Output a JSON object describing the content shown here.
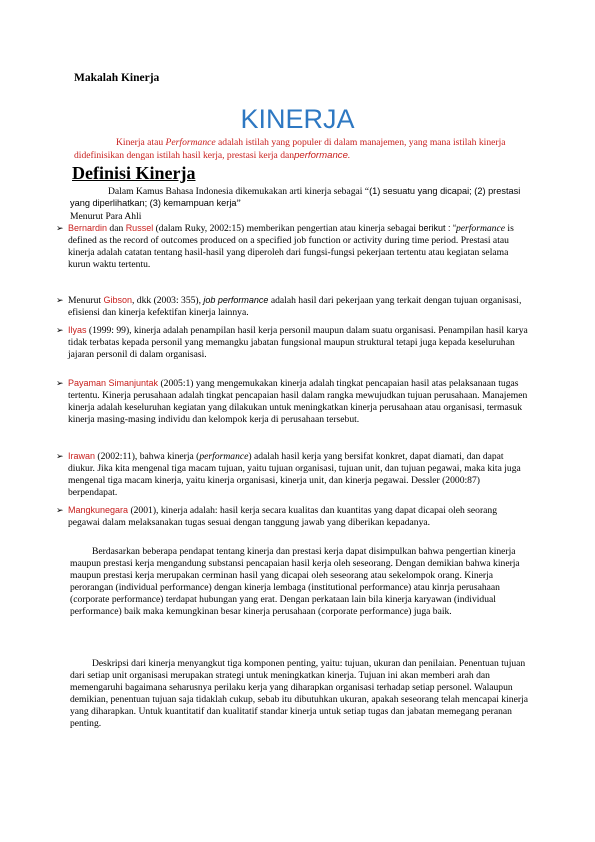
{
  "doc_label": "Makalah Kinerja",
  "title": "KINERJA",
  "intro": {
    "p1": "Kinerja atau ",
    "p2": "Performance",
    "p3": " adalah istilah yang populer di dalam manajemen, yang mana istilah kinerja didefinisikan dengan istilah hasil kerja, prestasi kerja dan",
    "p4": "performance."
  },
  "section_title": "Definisi Kinerja",
  "kamus": {
    "a": "Dalam Kamus Bahasa Indonesia dikemukakan arti kinerja sebagai “",
    "b": "(1) sesuatu yang dicapai; (2) prestasi yang diperlihatkan; (3) kemampuan kerja",
    "c": "”",
    "menurut": "Menurut Para Ahli"
  },
  "bullet_glyph": "➢",
  "bullets": [
    {
      "name": "Bernardin",
      "dan": " dan  ",
      "name2": "Russel",
      "rest1": "  (dalam  Ruky,  2002:15)  memberikan pengertian atau kinerja sebagai ",
      "berikut": "berikut : “",
      "perf": "performance",
      "rest2": " is defined as the record of outcomes produced on a specified job function or activity during time period.  Prestasi atau kinerja adalah catatan tentang hasil-hasil yang diperoleh dari fungsi-fungsi  pekerjaan  tertentu  atau kegiatan  selama  kurun  waktu  tertentu."
    },
    {
      "pre": "Menurut ",
      "name": "Gibson",
      "rest1": ", dkk (2003: 355), ",
      "jp": "job performance",
      "rest2": " adalah hasil dari pekerjaan yang terkait dengan tujuan organisasi, efisiensi dan kinerja kefektifan kinerja lainnya."
    },
    {
      "name": "Ilyas",
      "rest": " (1999: 99), kinerja adalah penampilan hasil kerja personil maupun dalam suatu organisasi. Penampilan hasil karya tidak terbatas kepada personil yang memangku jabatan fungsional maupun struktural tetapi juga kepada keseluruhan jajaran personil di dalam organisasi."
    },
    {
      "name": "Payaman Simanjuntak",
      "rest": " (2005:1) yang mengemukakan kinerja adalah tingkat pencapaian hasil atas pelaksanaan tugas tertentu. Kinerja perusahaan adalah tingkat pencapaian hasil dalam rangka mewujudkan tujuan perusahaan. Manajemen kinerja adalah keseluruhan kegiatan yang dilakukan untuk meningkatkan kinerja perusahaan atau organisasi, termasuk kinerja masing-masing individu dan kelompok kerja di perusahaan tersebut."
    },
    {
      "name": "Irawan",
      "rest1": " (2002:11), bahwa kinerja (",
      "perf": "performance",
      "rest2": ") adalah hasil kerja yang bersifat konkret, dapat diamati, dan dapat diukur. Jika kita mengenal tiga macam tujuan, yaitu tujuan organisasi, tujuan unit, dan tujuan pegawai, maka kita juga mengenal tiga macam kinerja, yaitu kinerja organisasi, kinerja unit, dan kinerja pegawai. Dessler (2000:87) berpendapat."
    },
    {
      "name": "Mangkunegara",
      "rest": " (2001), kinerja adalah: hasil kerja secara kualitas dan kuantitas yang dapat dicapai oleh seorang pegawai dalam melaksanakan tugas sesuai dengan tanggung jawab yang diberikan kepadanya."
    }
  ],
  "para1": "Berdasarkan beberapa pendapat tentang kinerja dan prestasi kerja dapat disimpulkan bahwa pengertian kinerja maupun prestasi kerja mengandung substansi pencapaian hasil kerja oleh seseorang. Dengan demikian bahwa kinerja maupun prestasi kerja merupakan cerminan hasil yang dicapai oleh seseorang atau sekelompok orang. Kinerja perorangan (individual performance) dengan kinerja lembaga (institutional performance) atau kinrja perusahaan (corporate performance) terdapat hubungan yang erat. Dengan perkataan lain bila kinerja karyawan (individual performance) baik maka kemungkinan besar kinerja perusahaan (corporate performance) juga baik.",
  "para2": "Deskripsi dari kinerja menyangkut tiga komponen penting, yaitu: tujuan, ukuran dan penilaian. Penentuan tujuan dari setiap unit organisasi merupakan strategi untuk meningkatkan kinerja. Tujuan ini akan memberi arah dan memengaruhi bagaimana seharusnya perilaku kerja yang diharapkan organisasi terhadap setiap personel. Walaupun demikian, penentuan tujuan saja tidaklah cukup, sebab itu dibutuhkan ukuran, apakah seseorang telah mencapai kinerja yang diharapkan. Untuk kuantitatif dan kualitatif standar kinerja untuk setiap tugas dan jabatan memegang peranan penting."
}
